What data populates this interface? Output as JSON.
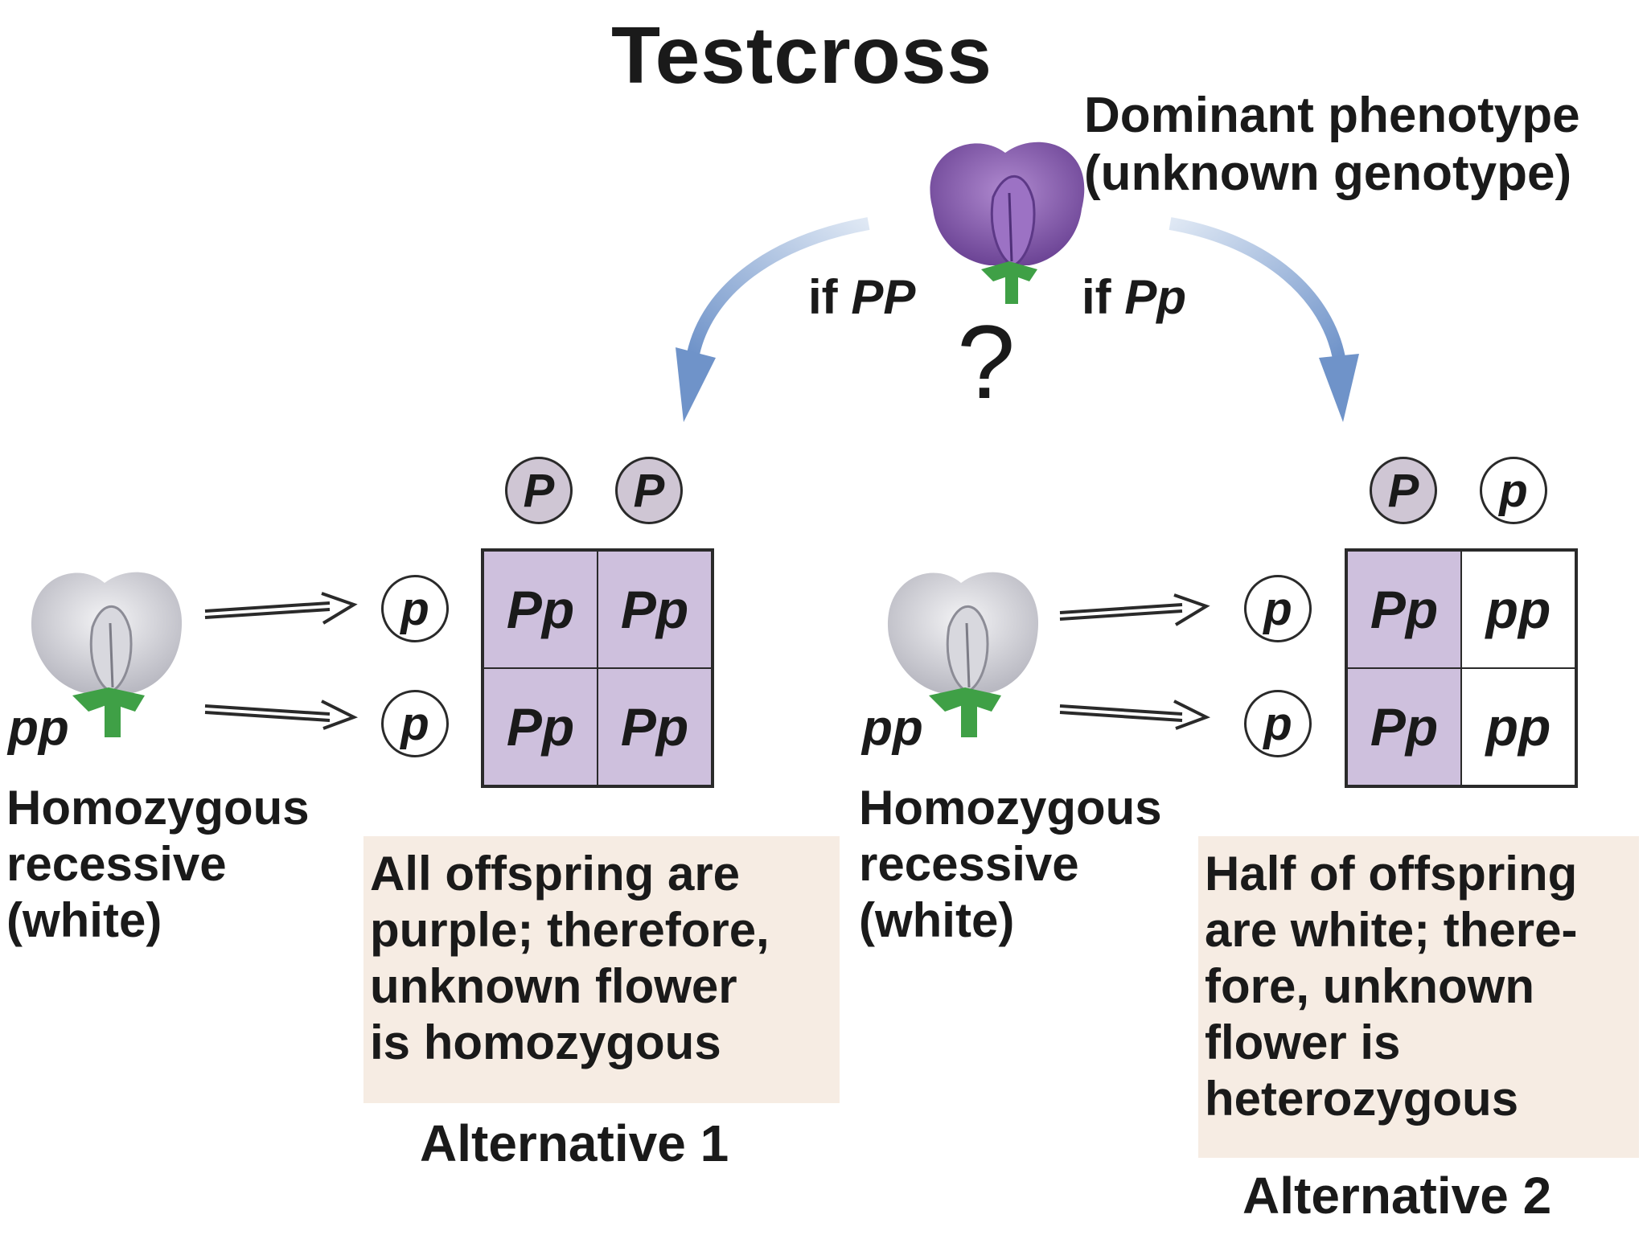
{
  "title": "Testcross",
  "dominant_flower": {
    "line1": "Dominant phenotype",
    "line2": "(unknown genotype)"
  },
  "question_mark": "?",
  "branches": {
    "left": {
      "prefix": "if ",
      "genotype": "PP"
    },
    "right": {
      "prefix": "if ",
      "genotype": "Pp"
    }
  },
  "recessive_parent": {
    "genotype": "pp",
    "description": "Homozygous\nrecessive\n(white)"
  },
  "alternative1": {
    "top_alleles": [
      "P",
      "P"
    ],
    "side_alleles": [
      "p",
      "p"
    ],
    "cells": [
      "Pp",
      "Pp",
      "Pp",
      "Pp"
    ],
    "conclusion": "All offspring are\npurple; therefore,\nunknown flower\nis homozygous",
    "label": "Alternative 1"
  },
  "alternative2": {
    "top_alleles": [
      "P",
      "p"
    ],
    "side_alleles": [
      "p",
      "p"
    ],
    "cells": [
      "Pp",
      "pp",
      "Pp",
      "pp"
    ],
    "conclusion": "Half of offspring\nare white; there-\nfore, unknown\nflower is\nheterozygous",
    "label": "Alternative 2"
  },
  "colors": {
    "purple_cell": "#cec0dd",
    "note_background": "#f6ece3",
    "arrow_blue": "#7f9fcf",
    "flower_purple": "#8a5fb0",
    "flower_white": "#e6e6ea",
    "stem_green": "#3fa046"
  }
}
